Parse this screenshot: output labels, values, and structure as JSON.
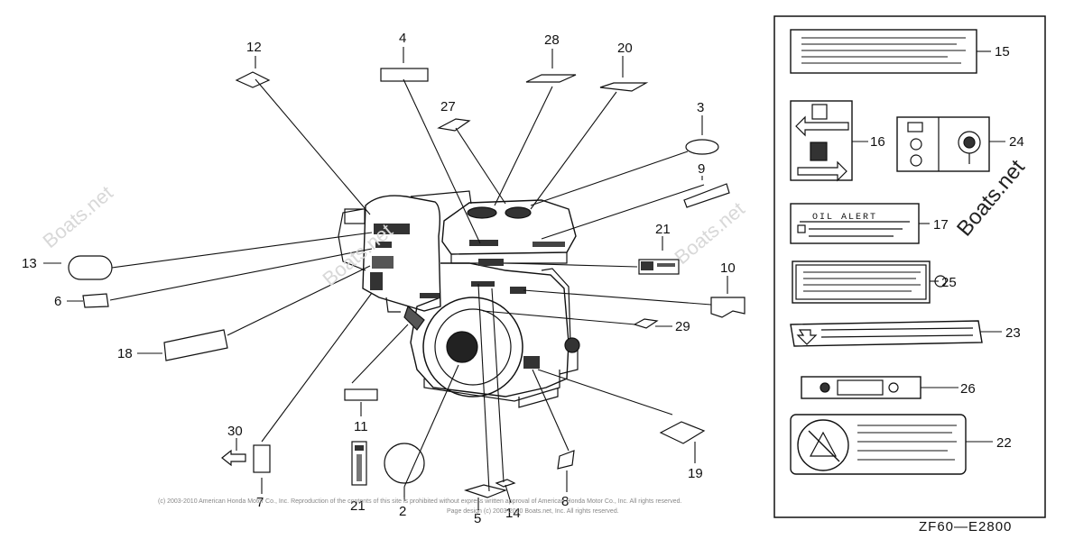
{
  "diagram": {
    "callouts": {
      "c1": "12",
      "c2": "4",
      "c3": "28",
      "c4": "20",
      "c5": "27",
      "c6": "3",
      "c7": "9",
      "c8": "21",
      "c9": "10",
      "c10": "29",
      "c11": "13",
      "c12": "6",
      "c13": "18",
      "c14": "11",
      "c15": "30",
      "c16": "7",
      "c17": "21",
      "c18": "2",
      "c19": "5",
      "c20": "14",
      "c21": "8",
      "c22": "19",
      "c23": "15",
      "c24": "16",
      "c25": "24",
      "c26": "17",
      "c27": "25",
      "c28": "23",
      "c29": "26",
      "c30": "22"
    },
    "oil_alert_text": "OIL ALERT",
    "drawing_code": "ZF60—E2800",
    "copyright_line1": "(c) 2003-2010 American Honda Motor Co., Inc. Reproduction of the contents of this site is prohibited without express written approval of American Honda Motor Co., Inc. All rights reserved.",
    "copyright_line2": "Page design (c) 2003-2010 Boats.net, Inc. All rights reserved.",
    "watermark": "Boats.net",
    "watermark_side": "Boats.net"
  }
}
